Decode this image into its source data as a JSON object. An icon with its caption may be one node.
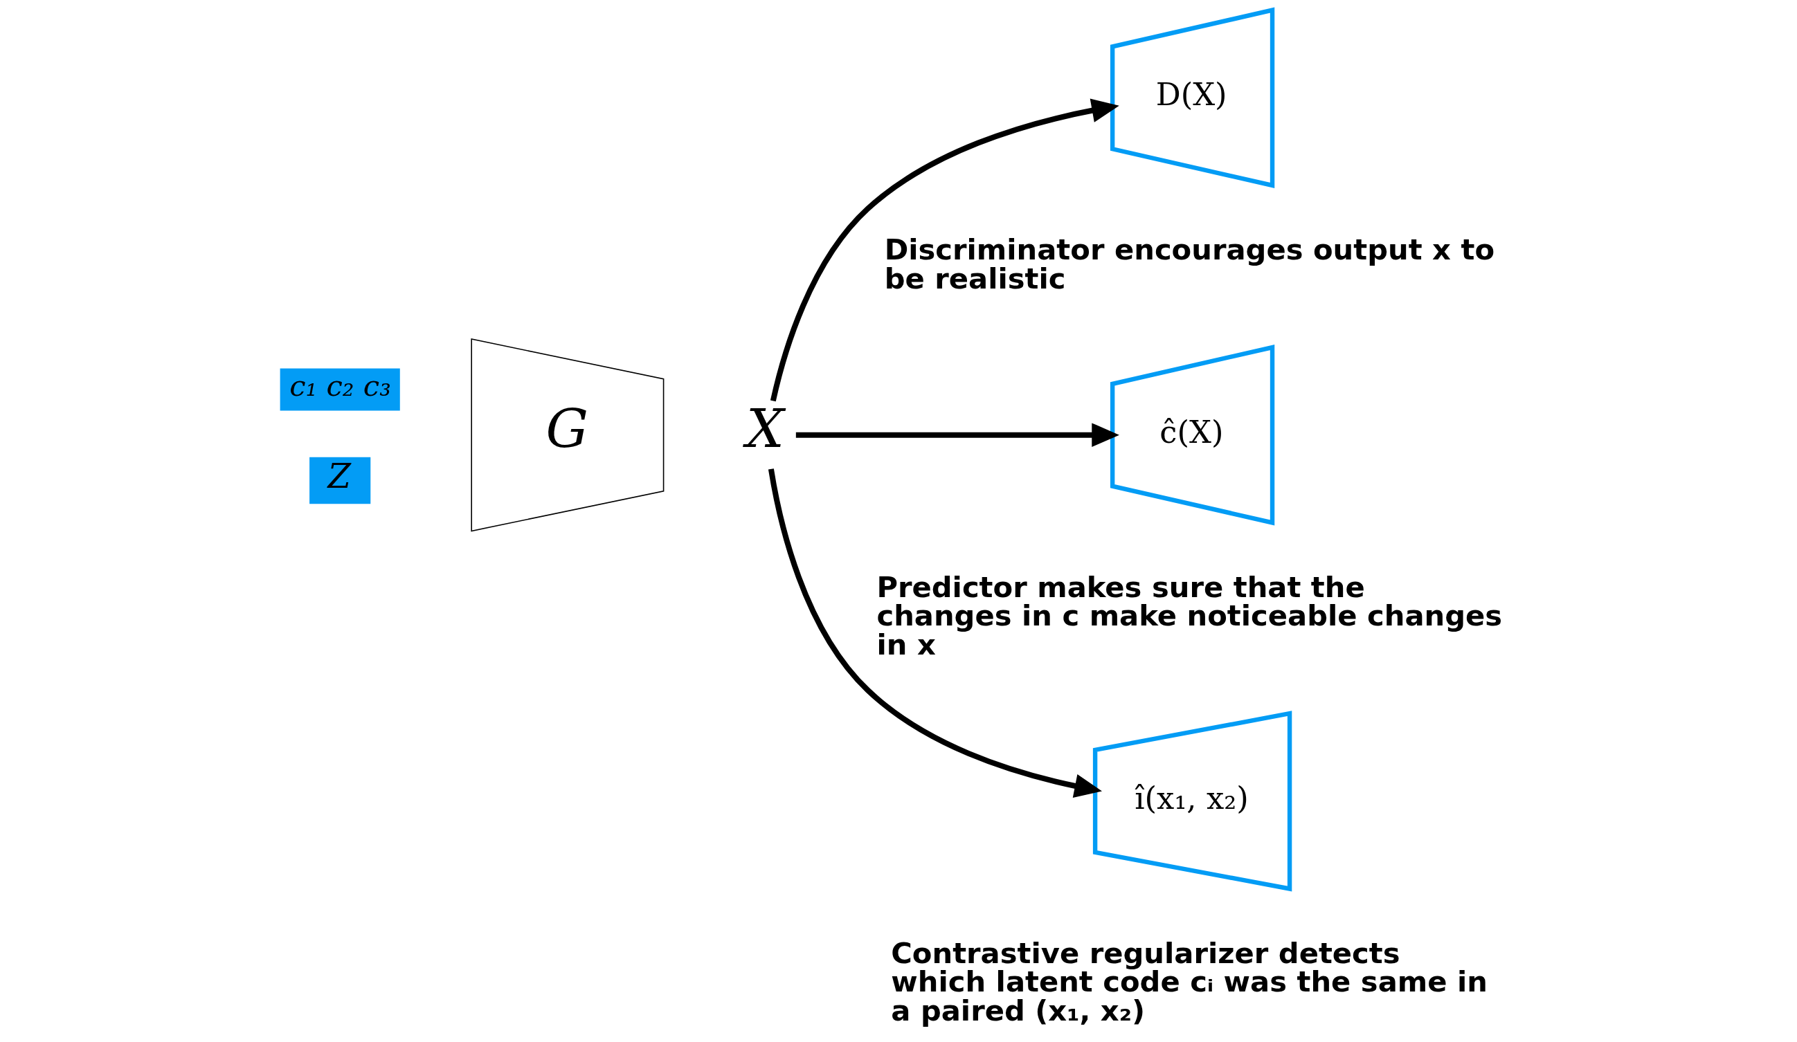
{
  "diagram": {
    "nodes": [
      {
        "text": [
          "c₁ c₂ c₃"
        ]
      },
      {
        "text": [
          "Z"
        ]
      },
      {
        "text": [
          "G"
        ]
      },
      {
        "text": [
          "X"
        ]
      },
      {
        "text": [
          "D(X)"
        ],
        "beside": [
          "Discriminator encourages output x to be realistic"
        ]
      },
      {
        "text": [
          "ĉ(X)"
        ],
        "beside": [
          "Predictor makes sure that the changes in c make noticeable changes in x"
        ]
      },
      {
        "text": [
          "î(x₁, x₂)"
        ],
        "beside": [
          "Contrastive regularizer detects which latent code cᵢ was the same in a paired (x₁, x₂)"
        ]
      }
    ],
    "edges": [
      {
        "from": 3,
        "to": 4,
        "arrow": "to"
      },
      {
        "from": 3,
        "to": 5,
        "arrow": "to"
      },
      {
        "from": 3,
        "to": 6,
        "arrow": "to"
      }
    ]
  }
}
